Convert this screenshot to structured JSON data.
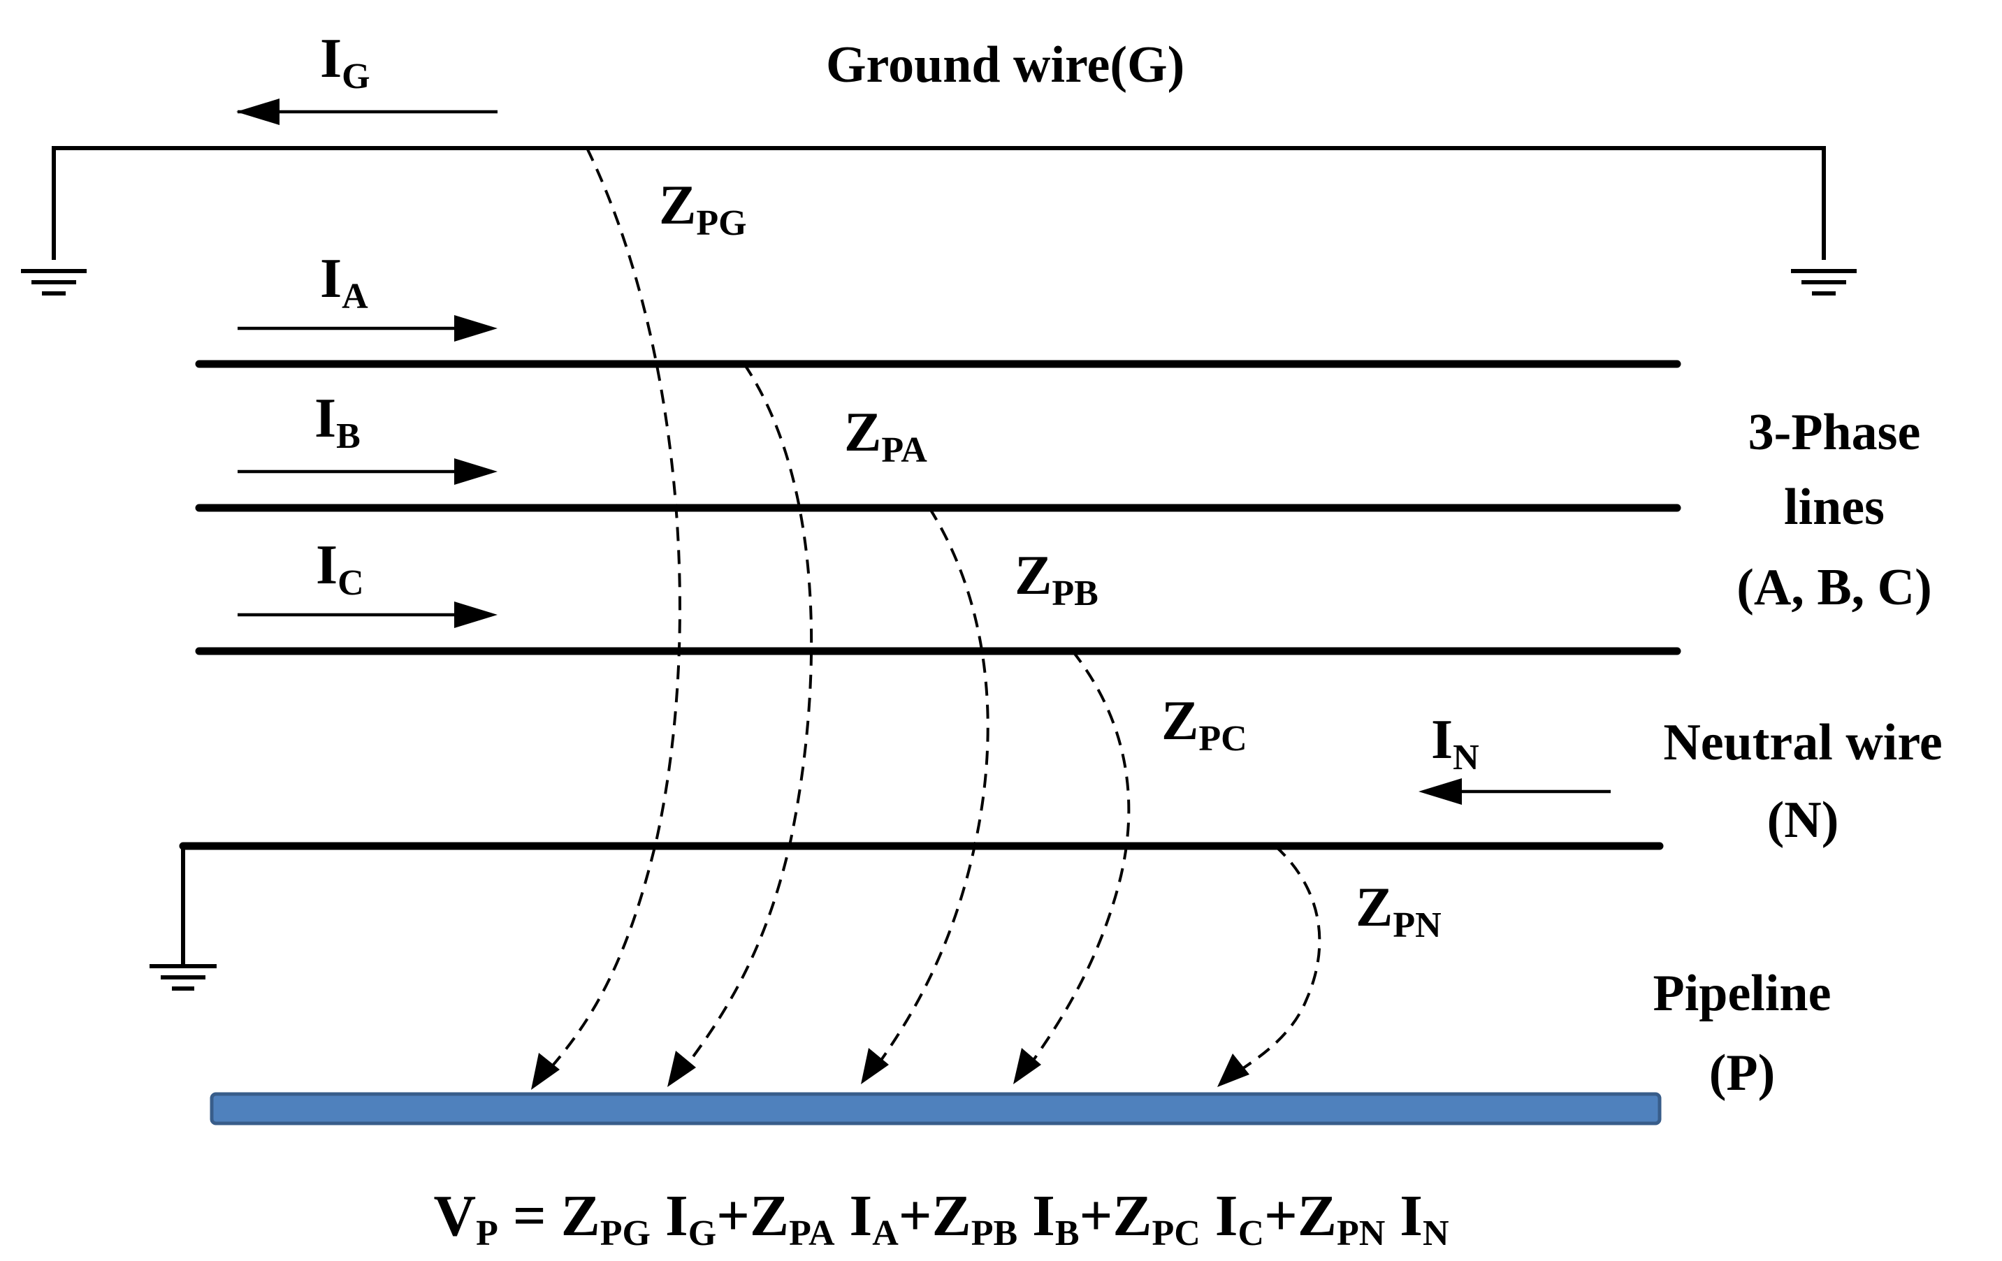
{
  "ground_wire": {
    "label": "Ground wire(G)",
    "current": {
      "main": "I",
      "sub": "G"
    }
  },
  "phases": {
    "label_lines": [
      "3-Phase",
      "lines",
      "(A, B, C)"
    ],
    "currents": [
      {
        "main": "I",
        "sub": "A"
      },
      {
        "main": "I",
        "sub": "B"
      },
      {
        "main": "I",
        "sub": "C"
      }
    ]
  },
  "neutral_wire": {
    "label_lines": [
      "Neutral wire",
      "(N)"
    ],
    "current": {
      "main": "I",
      "sub": "N"
    }
  },
  "pipeline": {
    "label_lines": [
      "Pipeline",
      "(P)"
    ],
    "color": "#4f81bd"
  },
  "impedances": [
    {
      "main": "Z",
      "sub": "PG"
    },
    {
      "main": "Z",
      "sub": "PA"
    },
    {
      "main": "Z",
      "sub": "PB"
    },
    {
      "main": "Z",
      "sub": "PC"
    },
    {
      "main": "Z",
      "sub": "PN"
    }
  ],
  "equation": {
    "lhs": {
      "main": "V",
      "sub": "P"
    },
    "equals": "=",
    "plus": "+",
    "terms": [
      {
        "z": "Z",
        "zsub": "PG",
        "i": "I",
        "isub": "G"
      },
      {
        "z": "Z",
        "zsub": "PA",
        "i": "I",
        "isub": "A"
      },
      {
        "z": "Z",
        "zsub": "PB",
        "i": "I",
        "isub": "B"
      },
      {
        "z": "Z",
        "zsub": "PC",
        "i": "I",
        "isub": "C"
      },
      {
        "z": "Z",
        "zsub": "PN",
        "i": "I",
        "isub": "N"
      }
    ]
  }
}
